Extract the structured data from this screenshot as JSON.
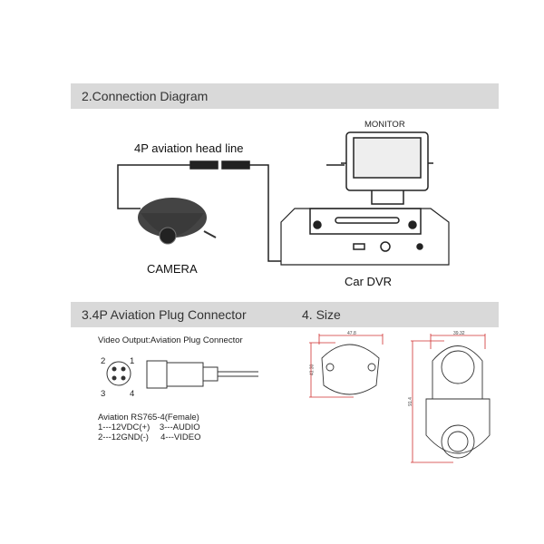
{
  "sections": {
    "connection": {
      "title": "2.Connection Diagram",
      "head_line": "4P aviation head line",
      "monitor": "MONITOR",
      "camera": "CAMERA",
      "dvr": "Car DVR"
    },
    "plug": {
      "title": "3.4P  Aviation Plug Connector",
      "subtitle": "Video Output:Aviation Plug Connector",
      "pins": [
        "1",
        "2",
        "3",
        "4"
      ],
      "model": "Aviation RS765-4(Female)",
      "pin_line1": "1---12VDC(+)    3---AUDIO",
      "pin_line2": "2---12GND(-)     4---VIDEO"
    },
    "size": {
      "title": "4.  Size",
      "front_width": "47.8",
      "front_height": "43.30",
      "side_width": "39.32",
      "side_height": "91.4"
    }
  },
  "colors": {
    "header_bg": "#d9d9d9",
    "dimension": "#d03030"
  }
}
